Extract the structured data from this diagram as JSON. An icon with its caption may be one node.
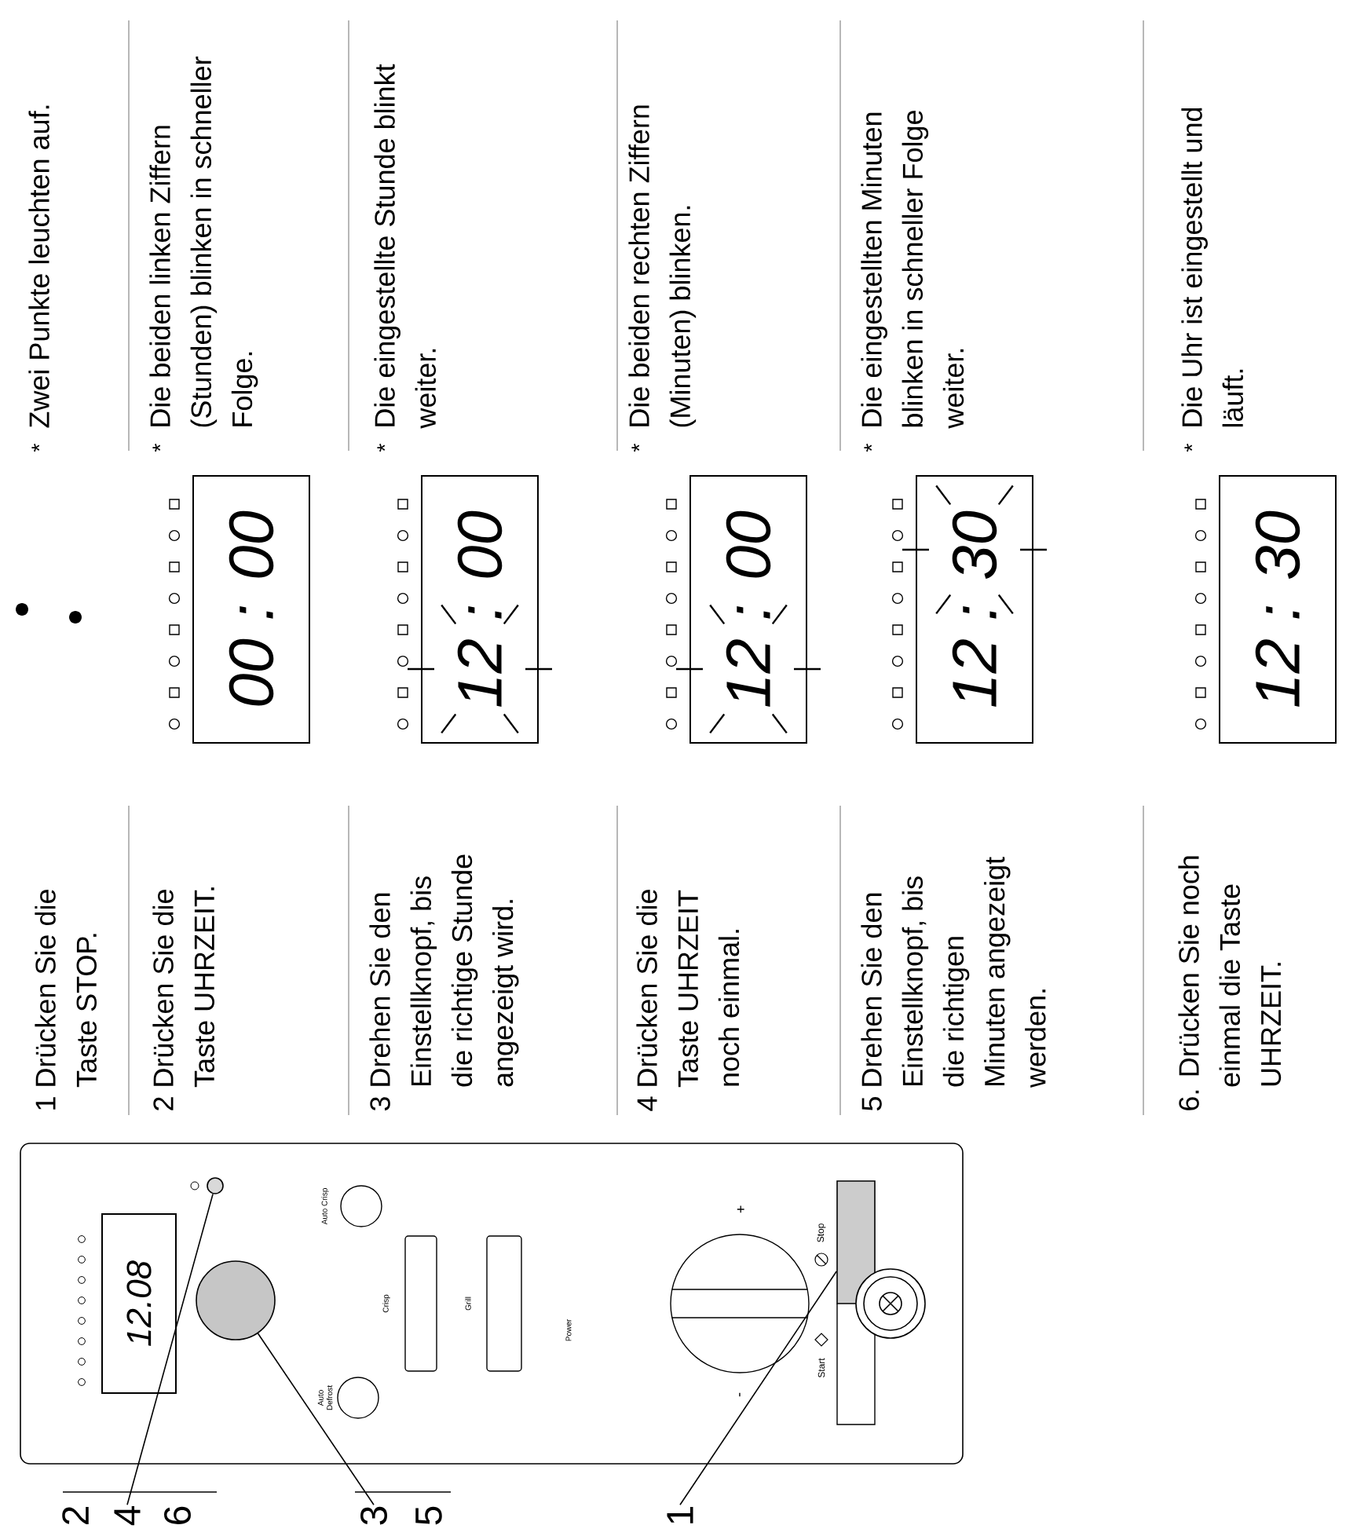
{
  "diagram": {
    "nodes": [
      {
        "text": [
          "2"
        ]
      },
      {
        "text": [
          "4"
        ]
      },
      {
        "text": [
          "6"
        ]
      },
      {
        "text": [
          "3"
        ]
      },
      {
        "text": [
          "5"
        ]
      },
      {
        "text": [
          "1"
        ]
      },
      {
        "text": [],
        "shape": "box"
      },
      {
        "text": [
          "12.08"
        ],
        "in": 6
      },
      {
        "text": [],
        "shape": "circle",
        "in": 6
      },
      {
        "text": [],
        "shape": "circle",
        "in": 6
      },
      {
        "text": [],
        "shape": "box",
        "in": 6
      },
      {
        "text": [
          "00 : 00"
        ]
      },
      {
        "text": [
          "12 : 00"
        ]
      },
      {
        "text": [
          "12 : 00"
        ]
      },
      {
        "text": [
          "12 : 30"
        ]
      },
      {
        "text": [
          "12 : 30"
        ]
      }
    ],
    "edges": [
      {
        "from": 1,
        "to": 8,
        "arrow": "none"
      },
      {
        "from": 3,
        "to": 9,
        "arrow": "none"
      },
      {
        "from": 5,
        "to": 10,
        "arrow": "none"
      }
    ],
    "labels": [
      "Auto Defrost",
      "Auto Crisp",
      "Crisp",
      "Grill",
      "Power",
      "-",
      "+",
      "Start",
      "Stop",
      "1 Drücken Sie die Taste STOP.",
      "*",
      "Zwei Punkte leuchten auf.",
      "2 Drücken Sie die Taste UHRZEIT.",
      "*",
      "Die beiden linken Ziffern (Stunden) blinken in schneller Folge.",
      "3 Drehen Sie den Einstellknopf, bis die richtige Stunde angezeigt wird.",
      "*",
      "Die eingestellte Stunde blinkt weiter.",
      "4 Drücken Sie die Taste UHRZEIT noch einmal.",
      "*",
      "Die beiden rechten Ziffern (Minuten) blinken.",
      "5 Drehen Sie den Einstellknopf, bis die richtigen Minuten angezeigt werden.",
      "*",
      "Die eingestellten Minuten blinken in schneller Folge weiter.",
      "6. Drücken Sie noch einmal die Taste UHRZEIT.",
      "*",
      "Die Uhr ist eingestellt und läuft."
    ]
  }
}
